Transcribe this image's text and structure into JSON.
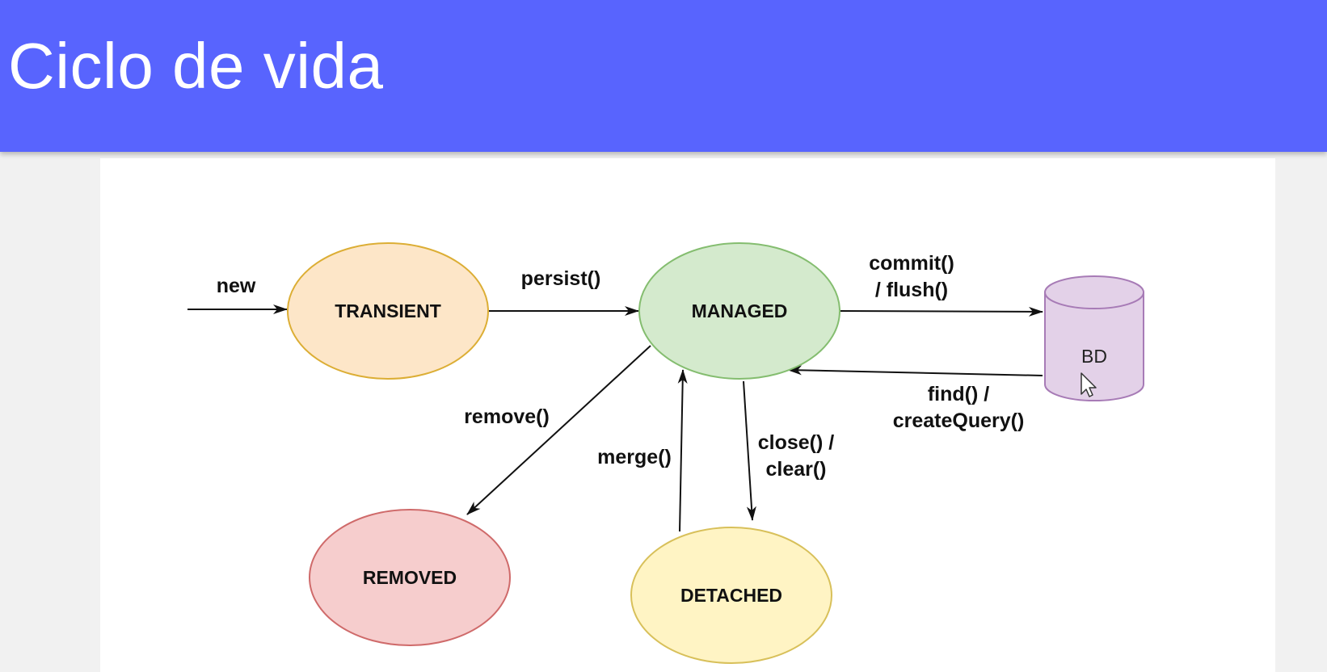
{
  "slide": {
    "title": "Ciclo de vida"
  },
  "diagram": {
    "states": {
      "transient": "TRANSIENT",
      "managed": "MANAGED",
      "removed": "REMOVED",
      "detached": "DETACHED"
    },
    "database": "BD",
    "transitions": {
      "new": "new",
      "persist": "persist()",
      "commit_line1": "commit()",
      "commit_line2": "/ flush()",
      "find_line1": "find() /",
      "find_line2": "createQuery()",
      "remove": "remove()",
      "merge": "merge()",
      "close_line1": "close() /",
      "close_line2": "clear()"
    }
  },
  "colors": {
    "header": "#5864fe",
    "transient_fill": "#fde6c8",
    "transient_stroke": "#dcae35",
    "managed_fill": "#d4eacd",
    "managed_stroke": "#84bd6f",
    "removed_fill": "#f6cdcd",
    "removed_stroke": "#cf6a6a",
    "detached_fill": "#fff4c4",
    "detached_stroke": "#d8c05a",
    "db_fill": "#e3d1e8",
    "db_stroke": "#a77bb6"
  }
}
